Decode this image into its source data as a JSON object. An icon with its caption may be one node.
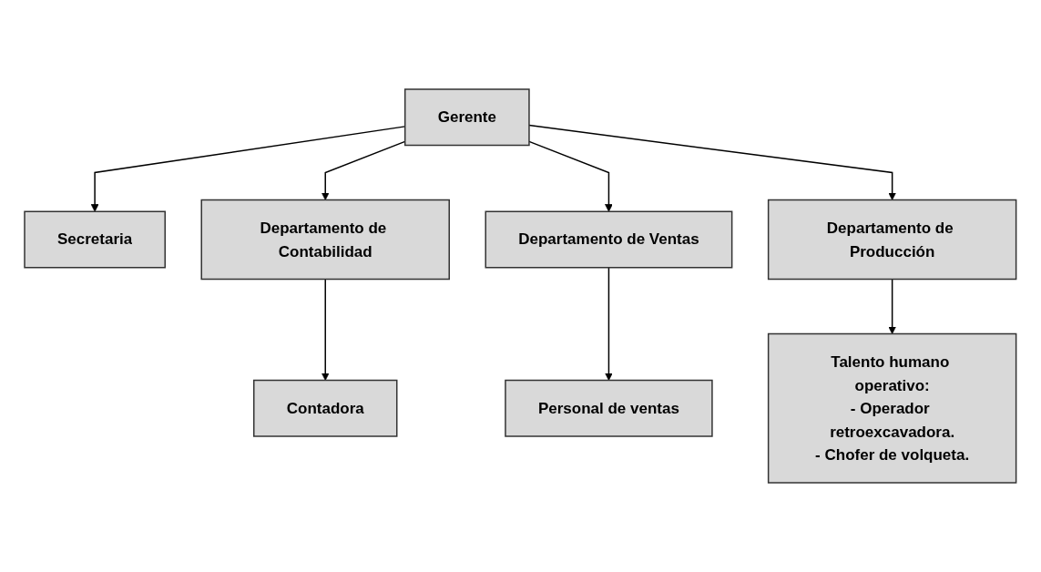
{
  "diagram": {
    "nodes": [
      {
        "text": [
          "Gerente"
        ]
      },
      {
        "text": [
          "Secretaria"
        ]
      },
      {
        "text": [
          "Departamento de Contabilidad"
        ]
      },
      {
        "text": [
          "Departamento de Ventas"
        ]
      },
      {
        "text": [
          "Departamento de Producción"
        ]
      },
      {
        "text": [
          "Contadora"
        ]
      },
      {
        "text": [
          "Personal de ventas"
        ]
      },
      {
        "text": [
          "Talento humano operativo:",
          "- Operador retroexcavadora.",
          "- Chofer de volqueta."
        ]
      }
    ],
    "edges": [
      {
        "from": 0,
        "to": 1,
        "arrow": "to"
      },
      {
        "from": 0,
        "to": 2,
        "arrow": "to"
      },
      {
        "from": 0,
        "to": 3,
        "arrow": "to"
      },
      {
        "from": 0,
        "to": 4,
        "arrow": "to"
      },
      {
        "from": 2,
        "to": 5,
        "arrow": "to"
      },
      {
        "from": 3,
        "to": 6,
        "arrow": "to"
      },
      {
        "from": 4,
        "to": 7,
        "arrow": "to"
      }
    ]
  }
}
